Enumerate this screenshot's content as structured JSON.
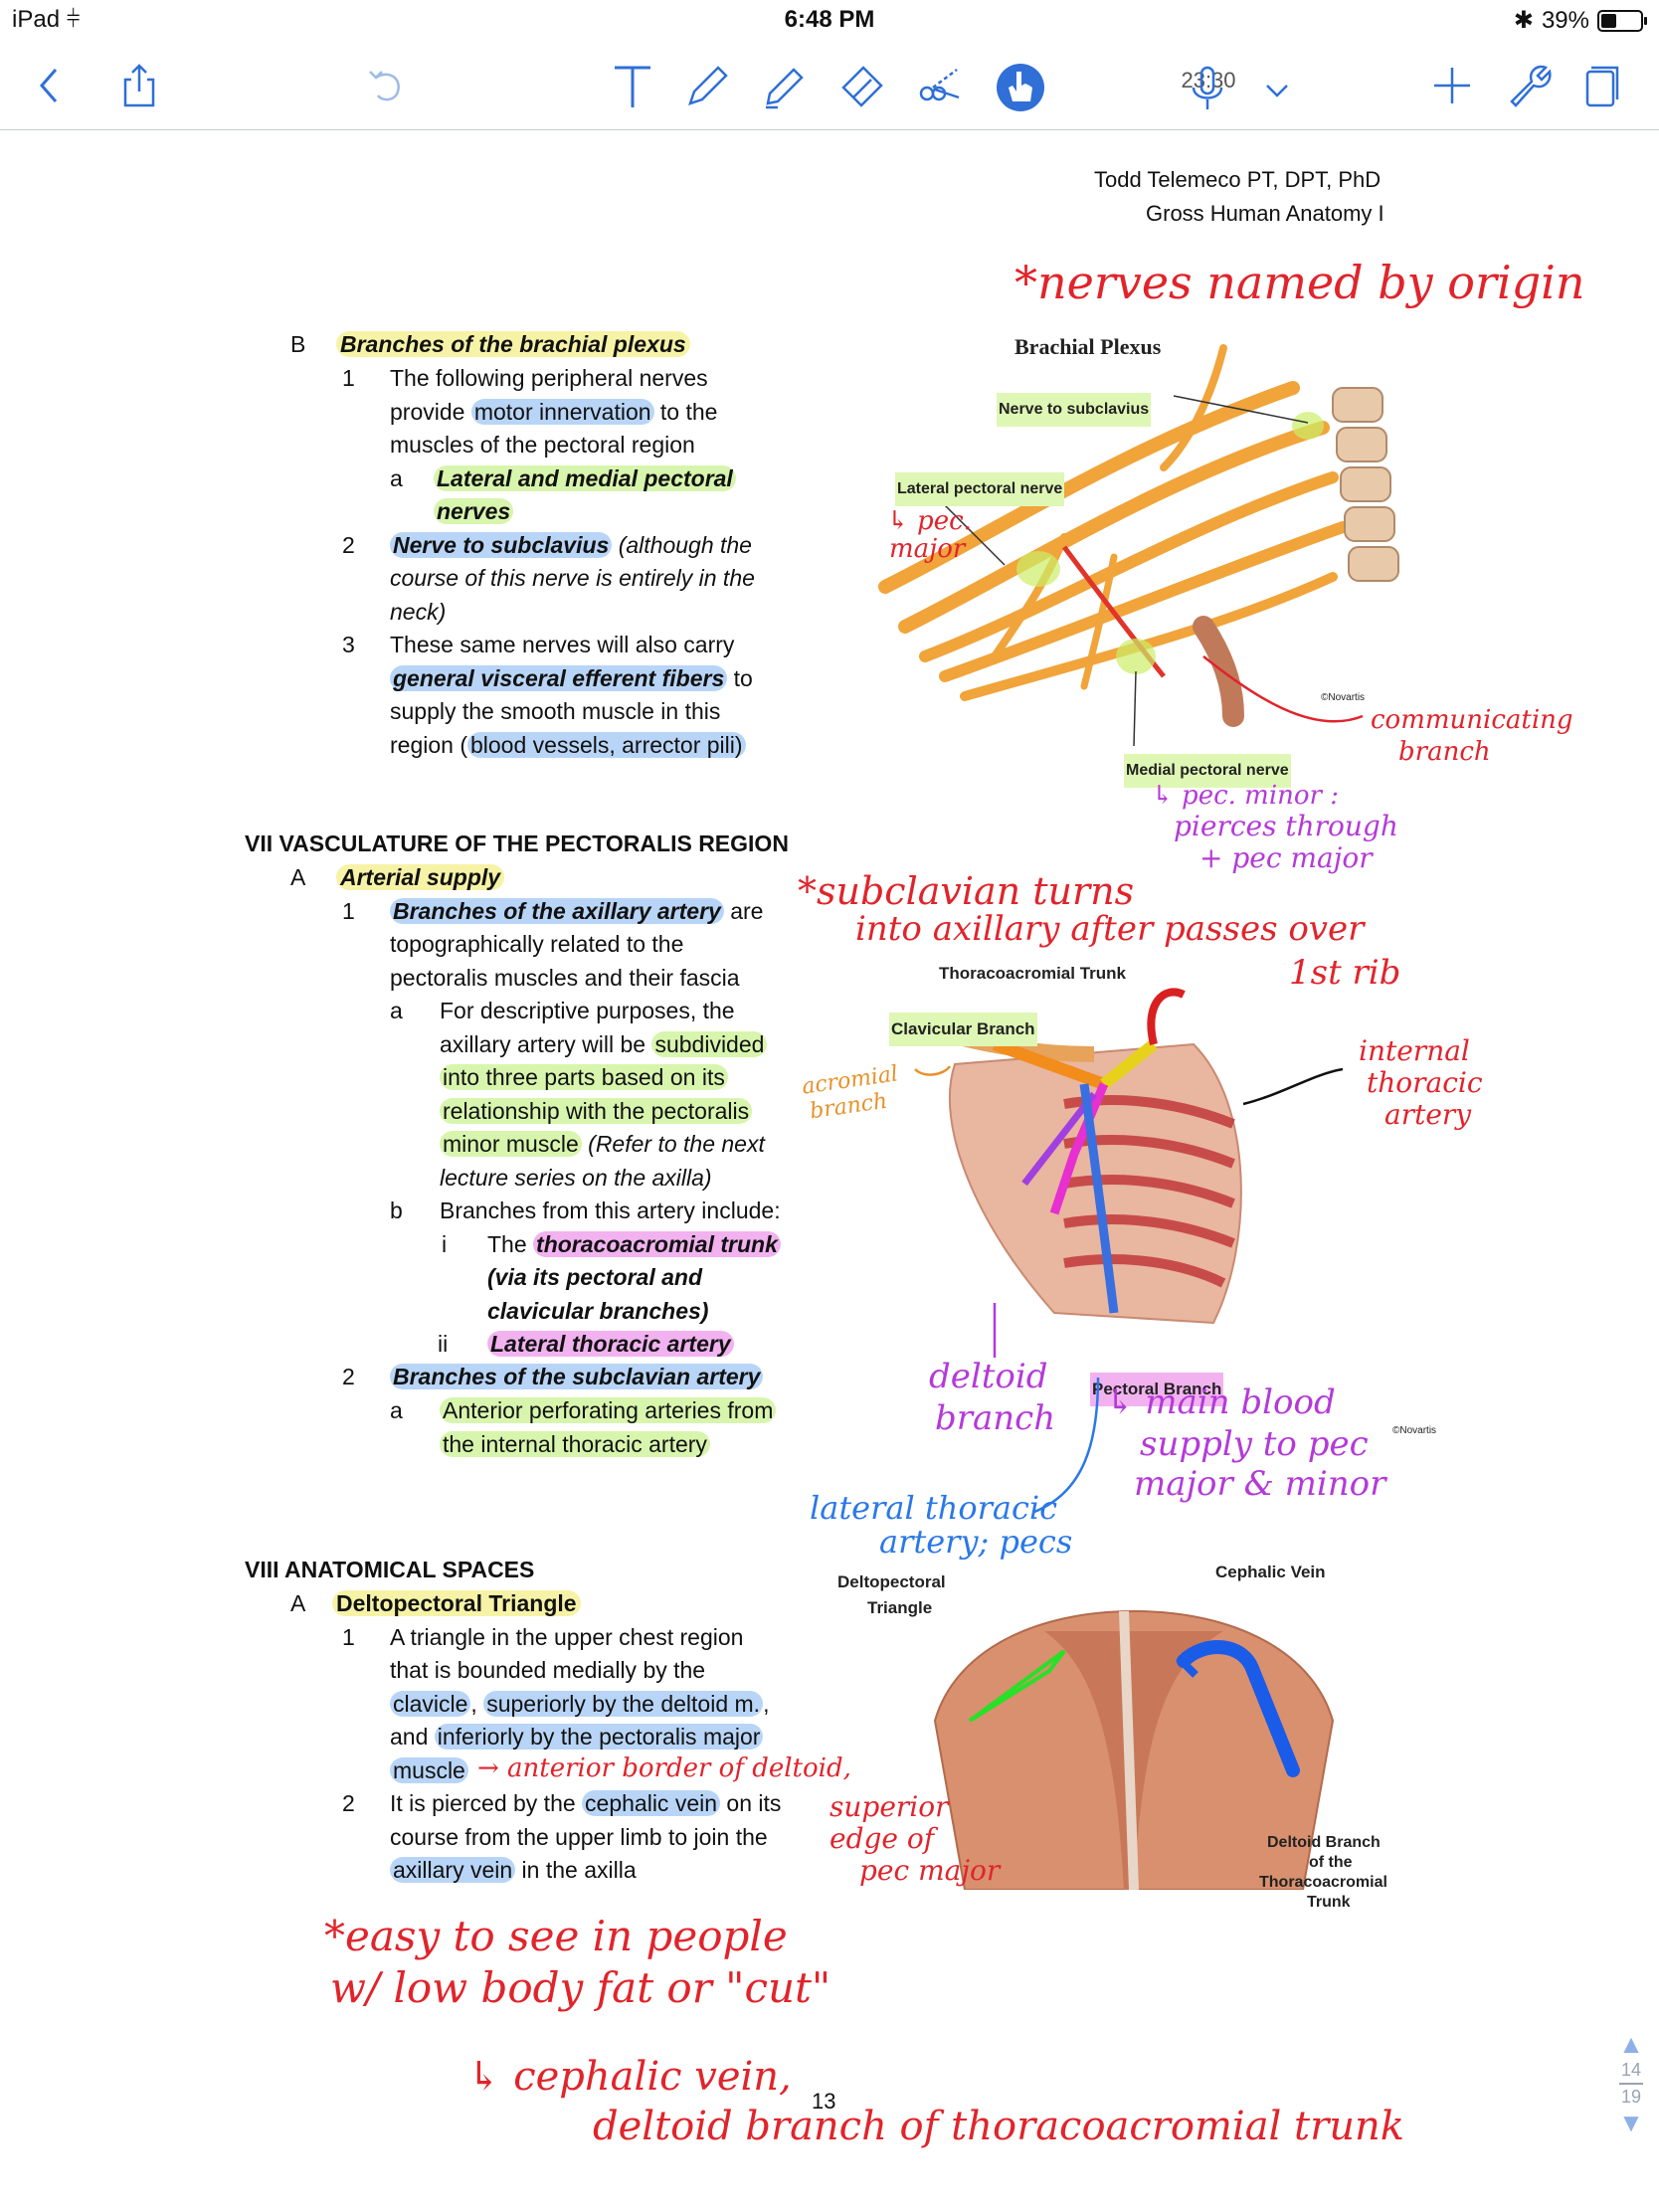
{
  "status_bar": {
    "device": "iPad",
    "time": "6:48 PM",
    "battery": "39%",
    "battery_level": 0.39
  },
  "toolbar": {
    "timer": "23:30"
  },
  "header": {
    "author": "Todd Telemeco PT, DPT, PhD",
    "course": "Gross Human Anatomy I"
  },
  "outline": {
    "b_label": "B",
    "b_title": "Branches of the brachial plexus",
    "b1_num": "1",
    "b1_l1": "The following peripheral nerves",
    "b1_l2a": "provide ",
    "b1_l2b": "motor innervation",
    "b1_l2c": " to the",
    "b1_l3": "muscles of the pectoral region",
    "b1a_label": "a",
    "b1a_l1": "Lateral and medial pectoral",
    "b1a_l2": "nerves",
    "b2_num": "2",
    "b2_l1a": "Nerve to subclavius",
    "b2_l1b": " (although the",
    "b2_l2": "course of this nerve is entirely in the",
    "b2_l3": "neck)",
    "b3_num": "3",
    "b3_l1": "These same nerves will also carry",
    "b3_l2a": "general visceral efferent fibers",
    "b3_l2b": " to",
    "b3_l3": "supply the smooth muscle in this",
    "b3_l4a": "region (",
    "b3_l4b": "blood vessels, arrector pili)",
    "vii_title": "VII  VASCULATURE OF THE PECTORALIS REGION",
    "vii_a_label": "A",
    "vii_a_title": "Arterial supply",
    "vii1_num": "1",
    "vii1_l1a": "Branches of the axillary artery",
    "vii1_l1b": " are",
    "vii1_l2": "topographically related to the",
    "vii1_l3": "pectoralis muscles and their fascia",
    "vii1a_label": "a",
    "vii1a_l1": "For descriptive purposes, the",
    "vii1a_l2a": "axillary artery will be ",
    "vii1a_l2b": "subdivided",
    "vii1a_l3": "into three parts based on its",
    "vii1a_l4": "relationship with the pectoralis",
    "vii1a_l5a": "minor muscle",
    "vii1a_l5b": " (Refer to the next",
    "vii1a_l6": "lecture series on the axilla)",
    "vii1b_label": "b",
    "vii1b_l1": "Branches from this artery include:",
    "vii1bi_label": "i",
    "vii1bi_l1a": "The ",
    "vii1bi_l1b": "thoracoacromial trunk",
    "vii1bi_l2": "(via its pectoral and",
    "vii1bi_l3": "clavicular branches)",
    "vii1bii_label": "ii",
    "vii1bii_l1": "Lateral thoracic artery",
    "vii2_num": "2",
    "vii2_l1": "Branches of the subclavian artery",
    "vii2a_label": "a",
    "vii2a_l1": "Anterior perforating arteries from",
    "vii2a_l2": "the internal thoracic artery",
    "viii_title": "VIII  ANATOMICAL SPACES",
    "viii_a_label": "A",
    "viii_a_title": "Deltopectoral Triangle",
    "viii1_num": "1",
    "viii1_l1": "A triangle in the upper chest region",
    "viii1_l2": "that is bounded medially by the",
    "viii1_l3a": "clavicle",
    "viii1_l3b": ", ",
    "viii1_l3c": "superiorly by the deltoid m.",
    "viii1_l3d": ",",
    "viii1_l4a": "and ",
    "viii1_l4b": "inferiorly by the pectoralis major",
    "viii1_l5": "muscle",
    "viii2_num": "2",
    "viii2_l1a": "It is pierced by the ",
    "viii2_l1b": "cephalic vein",
    "viii2_l1c": " on its",
    "viii2_l2": "course from the upper limb to join the",
    "viii2_l3a": "axillary vein",
    "viii2_l3b": " in the axilla"
  },
  "figures": {
    "plexus_title": "Brachial Plexus",
    "nerve_to_subclavius": "Nerve to subclavius",
    "lateral_pectoral_nerve": "Lateral pectoral nerve",
    "medial_pectoral_nerve": "Medial pectoral nerve",
    "thoracoacromial_trunk": "Thoracoacromial Trunk",
    "clavicular_branch": "Clavicular Branch",
    "pectoral_branch": "Pectoral Branch",
    "deltopectoral_triangle_l1": "Deltopectoral",
    "deltopectoral_triangle_l2": "Triangle",
    "cephalic_vein": "Cephalic Vein",
    "deltoid_branch_l1": "Deltoid Branch",
    "deltoid_branch_l2": "of the",
    "deltoid_branch_l3": "Thoracoacromial",
    "deltoid_branch_l4": "Trunk",
    "novartis": "©Novartis"
  },
  "annotations": {
    "nerves_origin": "*nerves named by origin",
    "pec_major_1": "↳ pec.",
    "pec_major_2": "major",
    "communicating_1": "communicating",
    "communicating_2": "branch",
    "pec_minor_1": "↳ pec. minor :",
    "pec_minor_2": "pierces through",
    "pec_minor_3": "+ pec major",
    "subclavian_1": "*subclavian turns",
    "subclavian_2": "into axillary after passes over",
    "subclavian_3": "1st rib",
    "internal_1": "internal",
    "internal_2": "thoracic",
    "internal_3": "artery",
    "acromial_1": "acromial",
    "acromial_2": "branch",
    "deltoid_1": "deltoid",
    "deltoid_2": "branch",
    "main_blood_1": "↳ main blood",
    "main_blood_2": "supply to pec",
    "main_blood_3": "major & minor",
    "lateral_thoracic_1": "lateral thoracic",
    "lateral_thoracic_2": "artery; pecs",
    "anterior_border": "→ anterior border of deltoid,",
    "superior_edge_1": "superior",
    "superior_edge_2": "edge of",
    "superior_edge_3": "pec major",
    "easy_1": "*easy to see in people",
    "easy_2": "w/ low body fat or \"cut\"",
    "cephalic_1": "↳ cephalic vein,",
    "cephalic_2": "deltoid branch of thoracoacromial trunk"
  },
  "footer": {
    "page_number": "13",
    "pager_current": "14",
    "pager_total": "19"
  },
  "colors": {
    "accent": "#2f6fd6",
    "ink_red": "#e0242b",
    "ink_purple": "#b43ad8",
    "ink_orange": "#e7922a",
    "ink_blue": "#2a78e8"
  }
}
